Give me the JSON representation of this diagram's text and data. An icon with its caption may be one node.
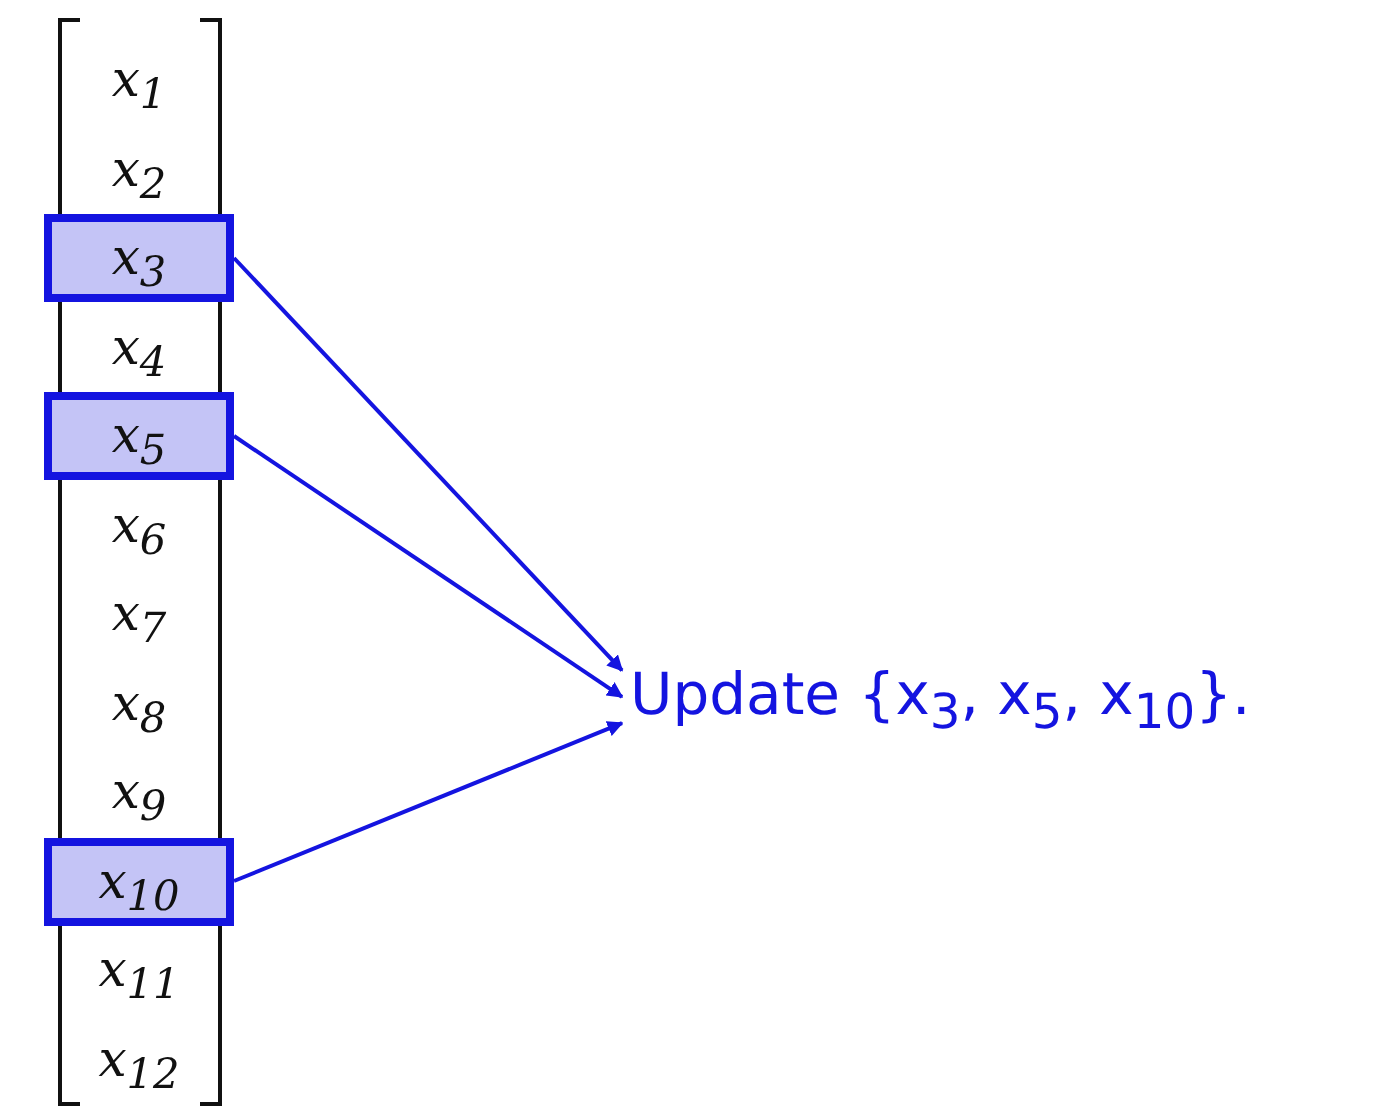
{
  "diagram": {
    "nodes": [
      {
        "text": [
          "x$_{3}$"
        ]
      },
      {
        "text": [
          "x$_{5}$"
        ]
      },
      {
        "text": [
          "x$_{10}$"
        ]
      },
      {
        "text": [
          "Update {x$_{3}$, x$_{5}$, x$_{10}$}."
        ]
      }
    ],
    "edges": [
      {
        "from": 0,
        "to": 3,
        "arrow": "to"
      },
      {
        "from": 1,
        "to": 3,
        "arrow": "to"
      },
      {
        "from": 2,
        "to": 3,
        "arrow": "to"
      }
    ],
    "labels": [
      "x$_{1}$",
      "x$_{2}$",
      "x$_{4}$",
      "x$_{6}$",
      "x$_{7}$",
      "x$_{8}$",
      "x$_{9}$",
      "x$_{11}$",
      "x$_{12}$"
    ]
  }
}
